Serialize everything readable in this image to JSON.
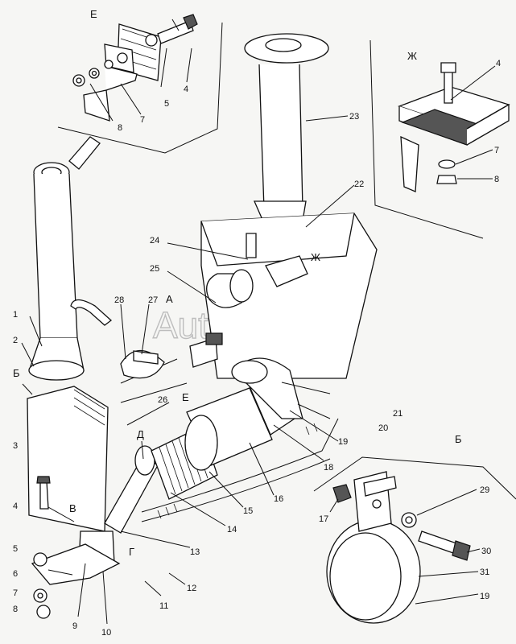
{
  "watermark": "AutoSoft",
  "views": {
    "E_top": "Е",
    "Zh_top": "Ж",
    "B_detail": "Б",
    "A_marker": "А",
    "B_marker": "Б",
    "V_marker": "В",
    "G_marker": "Г",
    "D_marker": "Д",
    "Zh_marker": "Ж",
    "E_marker": "Е"
  },
  "callouts": [
    {
      "id": "1",
      "text": "1"
    },
    {
      "id": "2",
      "text": "2"
    },
    {
      "id": "3",
      "text": "3"
    },
    {
      "id": "4a",
      "text": "4"
    },
    {
      "id": "5a",
      "text": "5"
    },
    {
      "id": "6",
      "text": "6"
    },
    {
      "id": "7a",
      "text": "7"
    },
    {
      "id": "8a",
      "text": "8"
    },
    {
      "id": "9",
      "text": "9"
    },
    {
      "id": "10",
      "text": "10"
    },
    {
      "id": "11",
      "text": "11"
    },
    {
      "id": "12",
      "text": "12"
    },
    {
      "id": "13",
      "text": "13"
    },
    {
      "id": "14",
      "text": "14"
    },
    {
      "id": "15",
      "text": "15"
    },
    {
      "id": "16",
      "text": "16"
    },
    {
      "id": "17",
      "text": "17"
    },
    {
      "id": "18",
      "text": "18"
    },
    {
      "id": "19a",
      "text": "19"
    },
    {
      "id": "19b",
      "text": "19"
    },
    {
      "id": "20",
      "text": "20"
    },
    {
      "id": "21",
      "text": "21"
    },
    {
      "id": "22",
      "text": "22"
    },
    {
      "id": "23",
      "text": "23"
    },
    {
      "id": "24",
      "text": "24"
    },
    {
      "id": "25",
      "text": "25"
    },
    {
      "id": "26",
      "text": "26"
    },
    {
      "id": "27",
      "text": "27"
    },
    {
      "id": "28",
      "text": "28"
    },
    {
      "id": "29",
      "text": "29"
    },
    {
      "id": "30",
      "text": "30"
    },
    {
      "id": "31",
      "text": "31"
    },
    {
      "id": "E4",
      "text": "4"
    },
    {
      "id": "E5",
      "text": "5"
    },
    {
      "id": "E7",
      "text": "7"
    },
    {
      "id": "E8",
      "text": "8"
    },
    {
      "id": "Zh4",
      "text": "4"
    },
    {
      "id": "Zh7",
      "text": "7"
    },
    {
      "id": "Zh8",
      "text": "8"
    }
  ]
}
